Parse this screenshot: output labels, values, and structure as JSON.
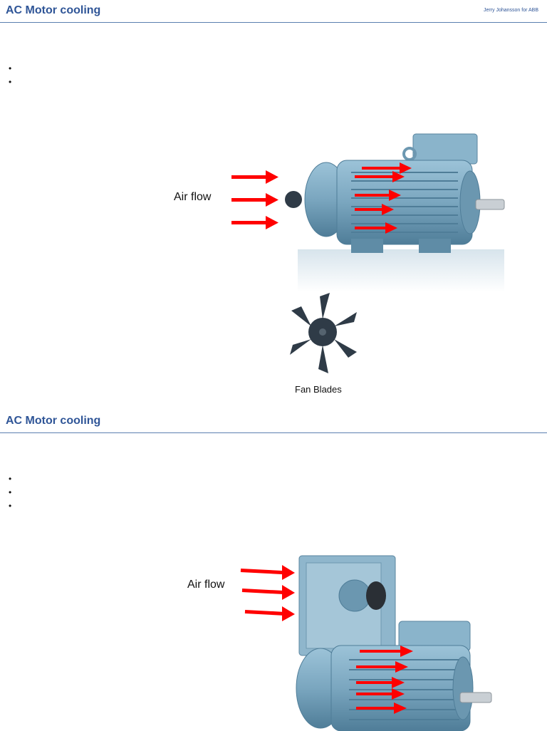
{
  "slides": [
    {
      "title": "AC Motor cooling",
      "author": "Jerry Johansson for ABB",
      "bullets": [
        "",
        ""
      ],
      "airflow_label": "Air flow",
      "fan_caption": "Fan Blades"
    },
    {
      "title": "AC Motor cooling",
      "bullets": [
        "",
        "",
        ""
      ],
      "airflow_label": "Air flow"
    }
  ],
  "colors": {
    "title": "#2f5597",
    "rule": "#5b7fb0",
    "arrow": "#ff0000",
    "motor": "#7fa9c2",
    "fan": "#2f3b47"
  }
}
